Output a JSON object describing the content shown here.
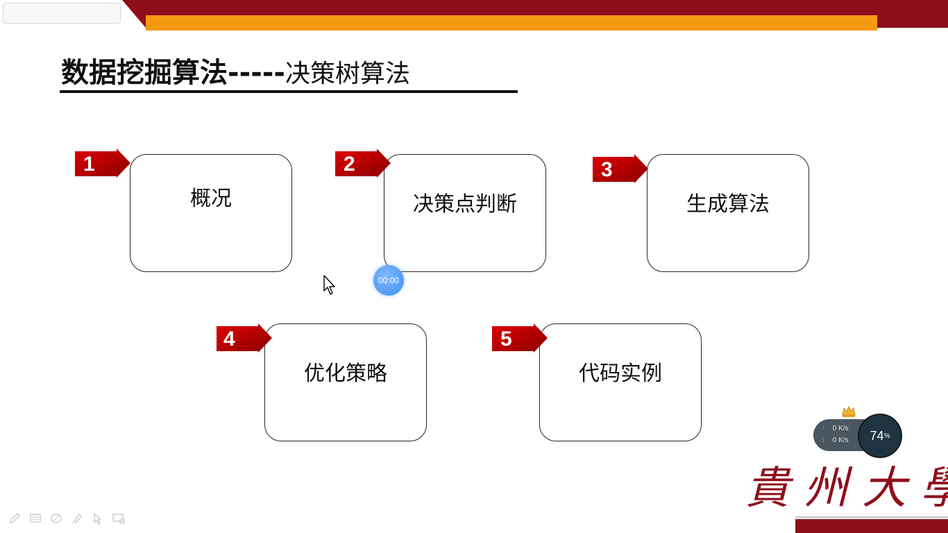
{
  "title": {
    "main": "数据挖掘算法",
    "dashes": "-----",
    "sub": "决策树算法"
  },
  "cards": [
    {
      "number": "1",
      "label": "概况"
    },
    {
      "number": "2",
      "label": "决策点判断"
    },
    {
      "number": "3",
      "label": "生成算法"
    },
    {
      "number": "4",
      "label": "优化策略"
    },
    {
      "number": "5",
      "label": "代码实例"
    }
  ],
  "overlay": {
    "timer": "00:00",
    "net_up": "0 K/s",
    "net_down": "0 K/s",
    "battery_value": "74",
    "battery_unit": "%",
    "vip_label": "VIP"
  },
  "university_logo": "貴州大學",
  "colors": {
    "banner_red": "#8e0f1b",
    "banner_orange": "#f49a12",
    "tag_red": "#c00000"
  },
  "toolbar_icons": [
    "pen-icon",
    "slides-icon",
    "eraser-icon",
    "highlighter-icon",
    "pointer-icon",
    "screen-icon"
  ]
}
